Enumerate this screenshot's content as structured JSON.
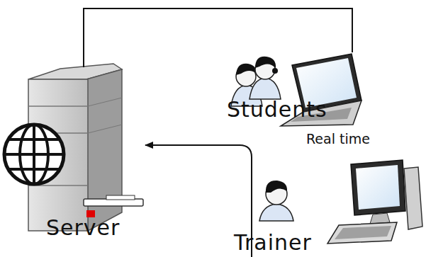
{
  "diagram": {
    "nodes": [
      {
        "text": [
          "Server"
        ]
      },
      {
        "text": [
          "Students"
        ]
      },
      {
        "text": [
          "Trainer"
        ]
      }
    ],
    "edges": [
      {
        "from": 0,
        "to": 1,
        "arrow": "none"
      },
      {
        "from": 2,
        "to": 0,
        "arrow": "to"
      }
    ],
    "labels": [
      "Real time"
    ]
  }
}
